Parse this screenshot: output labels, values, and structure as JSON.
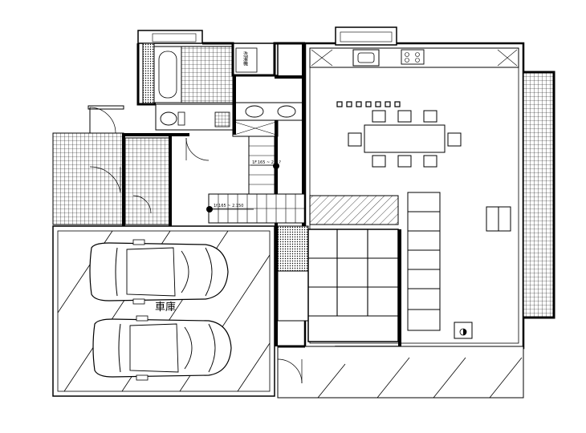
{
  "labels": {
    "garage": "車庫",
    "washer": "洗濯機",
    "stair_upper": "1F.165 ~ 2.1 ?",
    "stair_lower": "1f.165 ~ 2.150"
  },
  "colors": {
    "line": "#000000",
    "background": "#ffffff"
  }
}
